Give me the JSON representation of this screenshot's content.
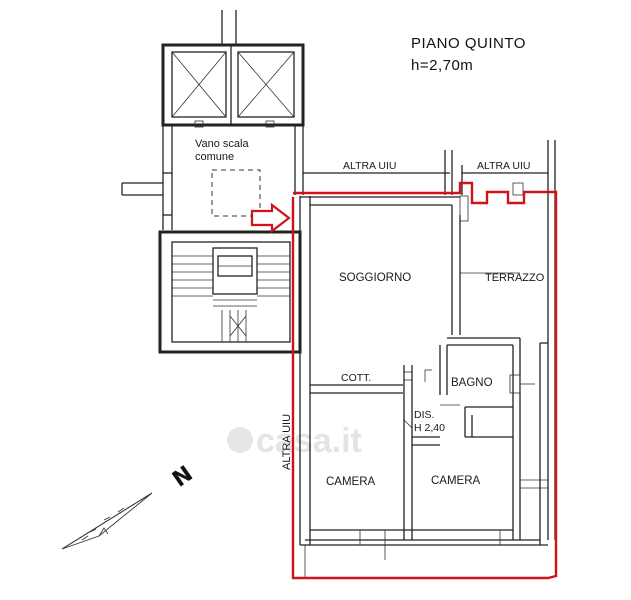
{
  "header": {
    "title": "PIANO QUINTO",
    "height": "h=2,70m"
  },
  "rooms": {
    "stair": "Vano scala",
    "stair_line2": "comune",
    "living": "SOGGIORNO",
    "terrace": "TERRAZZO",
    "kitchenette": "COTT.",
    "bathroom": "BAGNO",
    "hall": "DIS.",
    "hall_height": "H 2,40",
    "bedroom_left": "CAMERA",
    "bedroom_right": "CAMERA"
  },
  "neighbors": {
    "top_left": "ALTRA UIU",
    "top_right": "ALTRA UIU",
    "left": "ALTRA UIU"
  },
  "compass": {
    "label": "N"
  },
  "watermark": {
    "text": "casa.it"
  },
  "colors": {
    "boundary": "#d0121b",
    "walls": "#222222",
    "watermark": "#e4e4e4"
  }
}
